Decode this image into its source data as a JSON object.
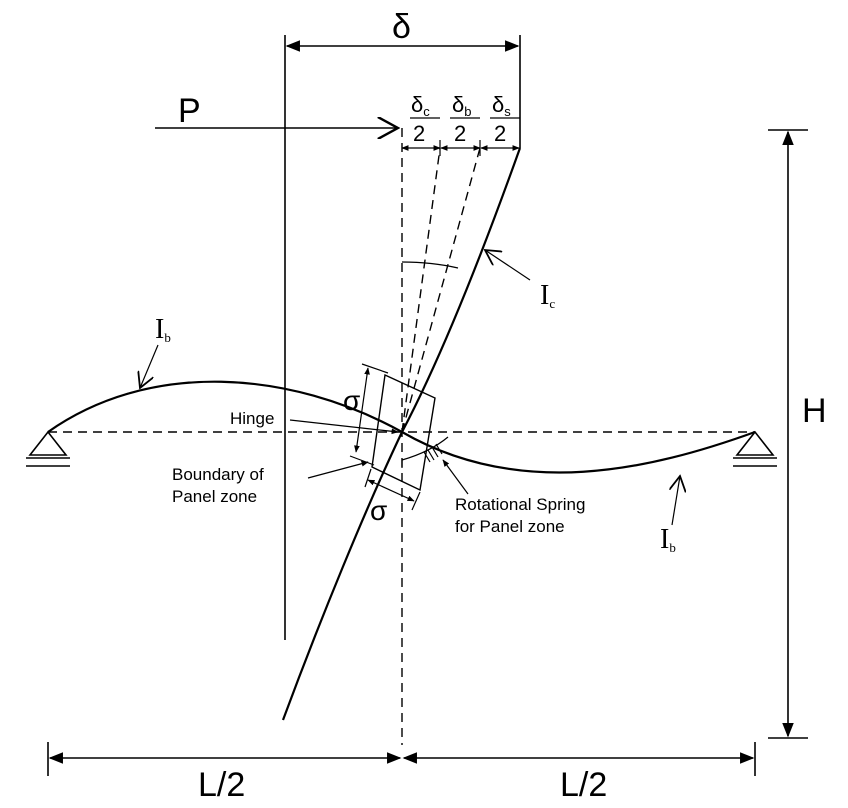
{
  "labels": {
    "delta": "δ",
    "P": "P",
    "delta_c_num": "δ",
    "delta_c_sub": "c",
    "delta_b_num": "δ",
    "delta_b_sub": "b",
    "delta_s_num": "δ",
    "delta_s_sub": "s",
    "denominator": "2",
    "H": "H",
    "half_span": "L/2",
    "Ic_main": "I",
    "Ic_sub": "c",
    "Ib_main": "I",
    "Ib_sub": "b",
    "sigma": "σ",
    "hinge": "Hinge",
    "boundary_line1": "Boundary of",
    "boundary_line2": "Panel zone",
    "spring_line1": "Rotational Spring",
    "spring_line2": "for Panel zone"
  }
}
